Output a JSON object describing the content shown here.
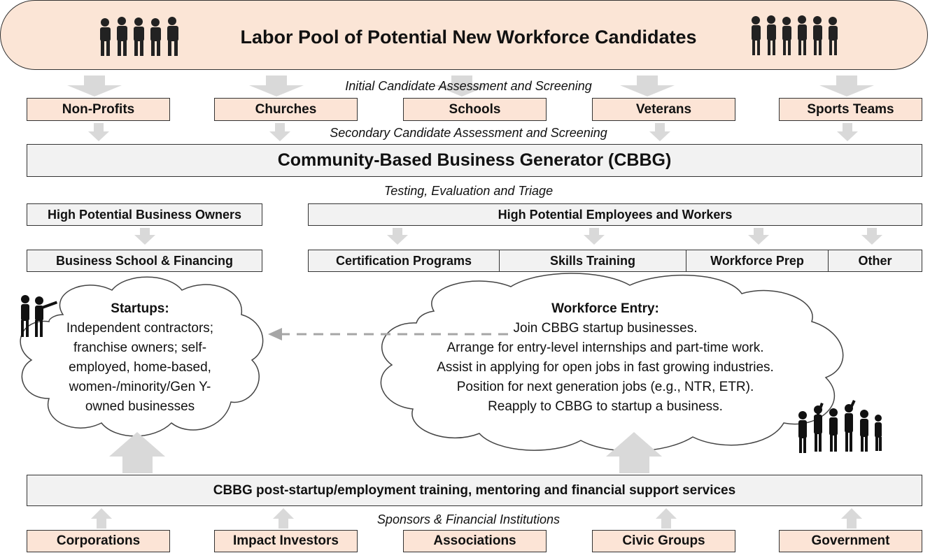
{
  "banner": {
    "title": "Labor Pool of Potential New Workforce Candidates"
  },
  "captions": {
    "initial": "Initial Candidate Assessment and Screening",
    "secondary": "Secondary Candidate Assessment and Screening",
    "testing": "Testing, Evaluation and Triage",
    "sponsors": "Sponsors & Financial Institutions"
  },
  "sources": [
    "Non-Profits",
    "Churches",
    "Schools",
    "Veterans",
    "Sports Teams"
  ],
  "cbbg": "Community-Based Business Generator (CBBG)",
  "owners": "High Potential Business Owners",
  "employees": "High Potential Employees and Workers",
  "school": "Business School & Financing",
  "programs": [
    "Certification Programs",
    "Skills Training",
    "Workforce Prep",
    "Other"
  ],
  "startups": {
    "title": "Startups:",
    "lines": [
      "Independent contractors;",
      "franchise owners; self-",
      "employed, home-based,",
      "women-/minority/Gen Y-",
      "owned businesses"
    ]
  },
  "workforce": {
    "title": "Workforce Entry:",
    "lines": [
      "Join CBBG startup businesses.",
      "Arrange for entry-level internships and part-time work.",
      "Assist in applying for open jobs in fast growing industries.",
      "Position for next generation jobs (e.g., NTR, ETR).",
      "Reapply to CBBG to startup a business."
    ]
  },
  "support": "CBBG post-startup/employment training, mentoring and financial support services",
  "sponsors": [
    "Corporations",
    "Impact Investors",
    "Associations",
    "Civic Groups",
    "Government"
  ],
  "colors": {
    "peach": "#fce4d6",
    "grey": "#f2f2f2",
    "arrow": "#d9d9d9",
    "border": "#333333"
  }
}
